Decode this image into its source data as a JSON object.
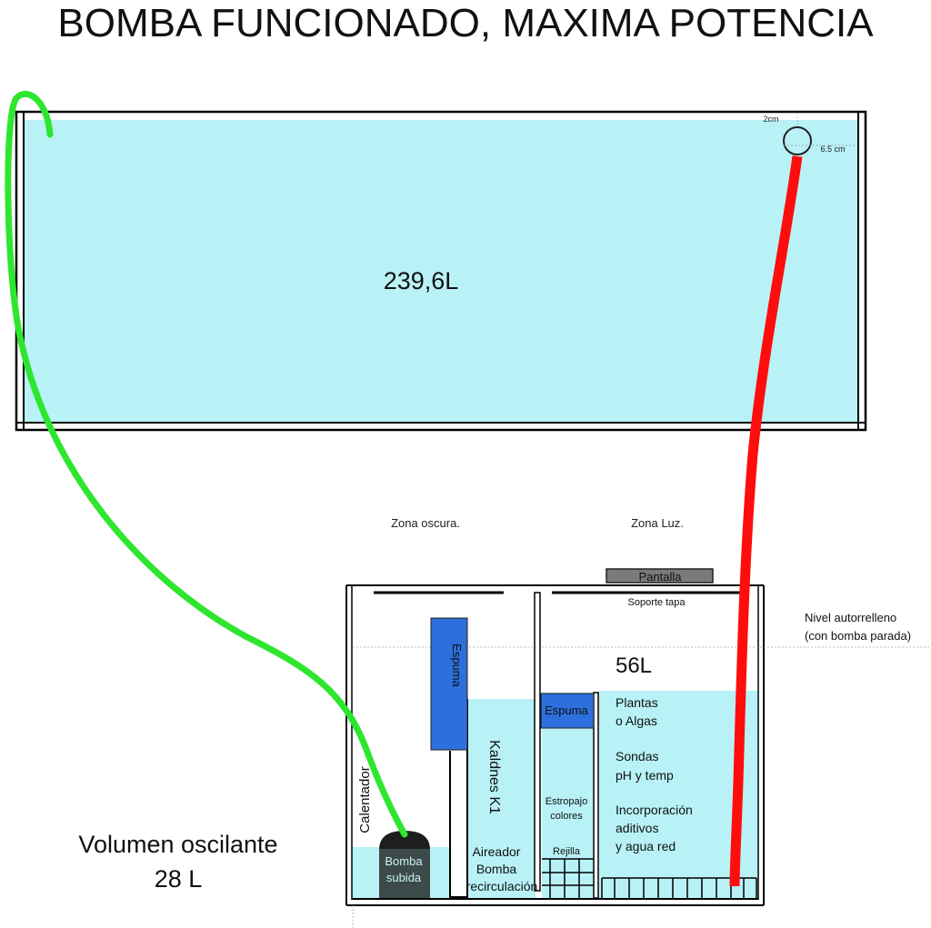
{
  "title": "BOMBA FUNCIONADO, MAXIMA POTENCIA",
  "colors": {
    "water": "#b8f2f6",
    "return_hose": "#ff0d0d",
    "intake_hose": "#2ee62e",
    "foam": "#2d6fdc",
    "pump": "#1e1e1e",
    "screen": "#7a7a7a",
    "outline": "#000000"
  },
  "display_tank": {
    "volume_label": "239,6L",
    "overflow_diameter_label": "2cm",
    "overflow_offset_label": "6.5 cm"
  },
  "zones": {
    "dark": "Zona oscura.",
    "light": "Zona Luz."
  },
  "sump": {
    "screen_label": "Pantalla",
    "lid_support_label": "Soporte tapa",
    "volume_label": "56L",
    "autofill_level_label_line1": "Nivel autorrelleno",
    "autofill_level_label_line2": "(con bomba parada)",
    "heater_label": "Calentador",
    "pump_label_line1": "Bomba",
    "pump_label_line2": "subida",
    "foam_left_label": "Espuma",
    "foam_mid_label": "Espuma",
    "media_label": "Kaldnes K1",
    "aerator_label_line1": "Aireador",
    "aerator_label_line2": "Bomba",
    "aerator_label_line3": "recirculación",
    "scourer_label_line1": "Estropajo",
    "scourer_label_line2": "colores",
    "grate_label": "Rejilla",
    "plants_label_line1": "Plantas",
    "plants_label_line2": "o Algas",
    "probes_label_line1": "Sondas",
    "probes_label_line2": "pH y temp",
    "additives_label_line1": "Incorporación",
    "additives_label_line2": "aditivos",
    "additives_label_line3": "y agua red"
  },
  "oscillating_volume": {
    "label_line1": "Volumen oscilante",
    "label_line2": "28 L"
  }
}
